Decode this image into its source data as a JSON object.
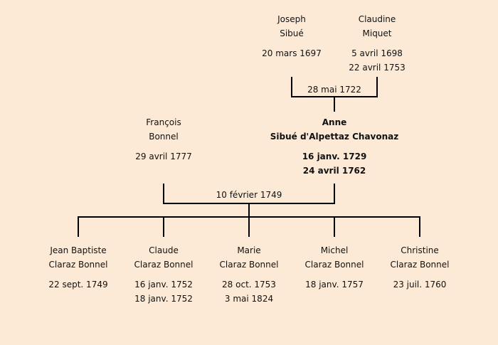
{
  "grandparents": [
    {
      "first": "Joseph",
      "last": "Sibué",
      "dates": [
        "20 mars 1697"
      ]
    },
    {
      "first": "Claudine",
      "last": "Miquet",
      "dates": [
        "5 avril 1698",
        "22 avril 1753"
      ]
    }
  ],
  "grandparents_marriage": "28 mai 1722",
  "parents": [
    {
      "first": "François",
      "last": "Bonnel",
      "dates": [
        "29 avril 1777"
      ]
    },
    {
      "first": "Anne",
      "last": "Sibué d'Alpettaz Chavonaz",
      "dates": [
        "16 janv. 1729",
        "24 avril 1762"
      ]
    }
  ],
  "parents_marriage": "10 février 1749",
  "children": [
    {
      "first": "Jean Baptiste",
      "last": "Claraz Bonnel",
      "dates": [
        "22 sept. 1749"
      ]
    },
    {
      "first": "Claude",
      "last": "Claraz Bonnel",
      "dates": [
        "16 janv. 1752",
        "18 janv. 1752"
      ]
    },
    {
      "first": "Marie",
      "last": "Claraz Bonnel",
      "dates": [
        "28 oct. 1753",
        "3 mai 1824"
      ]
    },
    {
      "first": "Michel",
      "last": "Claraz Bonnel",
      "dates": [
        "18 janv. 1757"
      ]
    },
    {
      "first": "Christine",
      "last": "Claraz Bonnel",
      "dates": [
        "23 juil. 1760"
      ]
    }
  ]
}
